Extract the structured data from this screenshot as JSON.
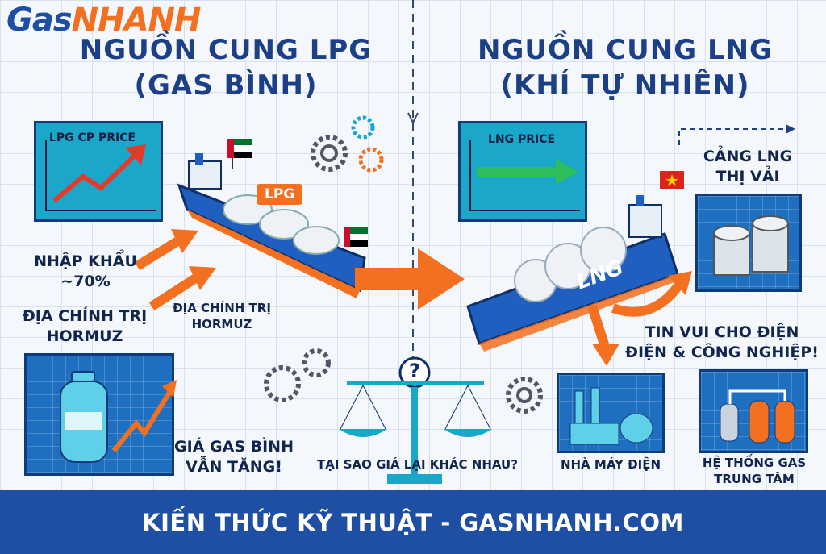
{
  "brand": {
    "part1": "Gas",
    "part2": "NHANH"
  },
  "left": {
    "title_line1": "NGUỒN CUNG LPG",
    "title_line2": "(GAS BÌNH)",
    "chart_label": "LPG CP PRICE",
    "ship_tag": "LPG",
    "import_label_line1": "NHẬP KHẨU",
    "import_label_line2": "~70%",
    "geo_label_line1": "ĐỊA CHÍNH TRỊ",
    "geo_label_line2": "HORMUZ",
    "geo_small_line1": "ĐỊA CHÍNH TRỊ",
    "geo_small_line2": "HORMUZ",
    "price_rise_line1": "GIÁ GAS BÌNH",
    "price_rise_line2": "VẪN TĂNG!"
  },
  "right": {
    "title_line1": "NGUỒN CUNG LNG",
    "title_line2": "(KHÍ TỰ NHIÊN)",
    "chart_label": "LNG PRICE",
    "ship_name": "LNG",
    "port_line1": "CẢNG LNG",
    "port_line2": "THỊ VẢI",
    "good_news_line1": "TIN VUI CHO ĐIỆN",
    "good_news_line2": "ĐIỆN & CÔNG NGHIỆP!",
    "power_plant": "NHÀ MÁY ĐIỆN",
    "central_gas_line1": "HỆ THỐNG GAS",
    "central_gas_line2": "TRUNG TÂM"
  },
  "center": {
    "question": "TẠI SAO GIÁ LẠI KHÁC NHAU?",
    "question_mark": "?"
  },
  "footer": {
    "text": "KIẾN THỨC KỸ THUẬT - GASNHANH.COM"
  },
  "colors": {
    "brand_blue": "#1f4fa3",
    "accent_orange": "#f37021",
    "title_blue": "#1d3f86",
    "cyan": "#1aa7c9"
  },
  "icons": [
    "gear-icon",
    "flag-uae-icon",
    "flag-vietnam-icon",
    "scale-icon",
    "gas-cylinder-icon",
    "storage-tank-icon",
    "factory-icon",
    "trend-arrow-icon"
  ]
}
